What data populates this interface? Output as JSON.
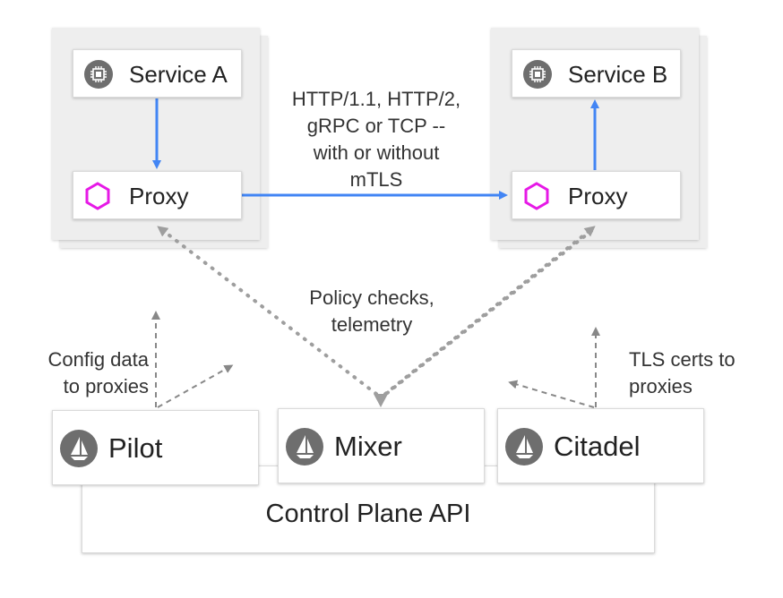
{
  "service_a": {
    "title": "Service A",
    "icon": "chip-icon"
  },
  "service_b": {
    "title": "Service B",
    "icon": "chip-icon"
  },
  "proxy_a": {
    "title": "Proxy",
    "icon": "hexagon-icon"
  },
  "proxy_b": {
    "title": "Proxy",
    "icon": "hexagon-icon"
  },
  "protocol_note": [
    "HTTP/1.1, HTTP/2,",
    "gRPC or TCP --",
    "with or without",
    "mTLS"
  ],
  "policy_note": [
    "Policy checks,",
    "telemetry"
  ],
  "config_note": [
    "Config data",
    "to proxies"
  ],
  "tls_note": [
    "TLS certs to",
    "proxies"
  ],
  "components": [
    {
      "title": "Pilot",
      "icon": "istio-sail-icon"
    },
    {
      "title": "Mixer",
      "icon": "istio-sail-icon"
    },
    {
      "title": "Citadel",
      "icon": "istio-sail-icon"
    }
  ],
  "control_plane": {
    "title": "Control Plane API"
  },
  "colors": {
    "data_arrow": "#4285f4",
    "proxy_icon": "#e619e6",
    "dashed_arrow": "#888888",
    "icon_fill": "#6e6e6e"
  }
}
